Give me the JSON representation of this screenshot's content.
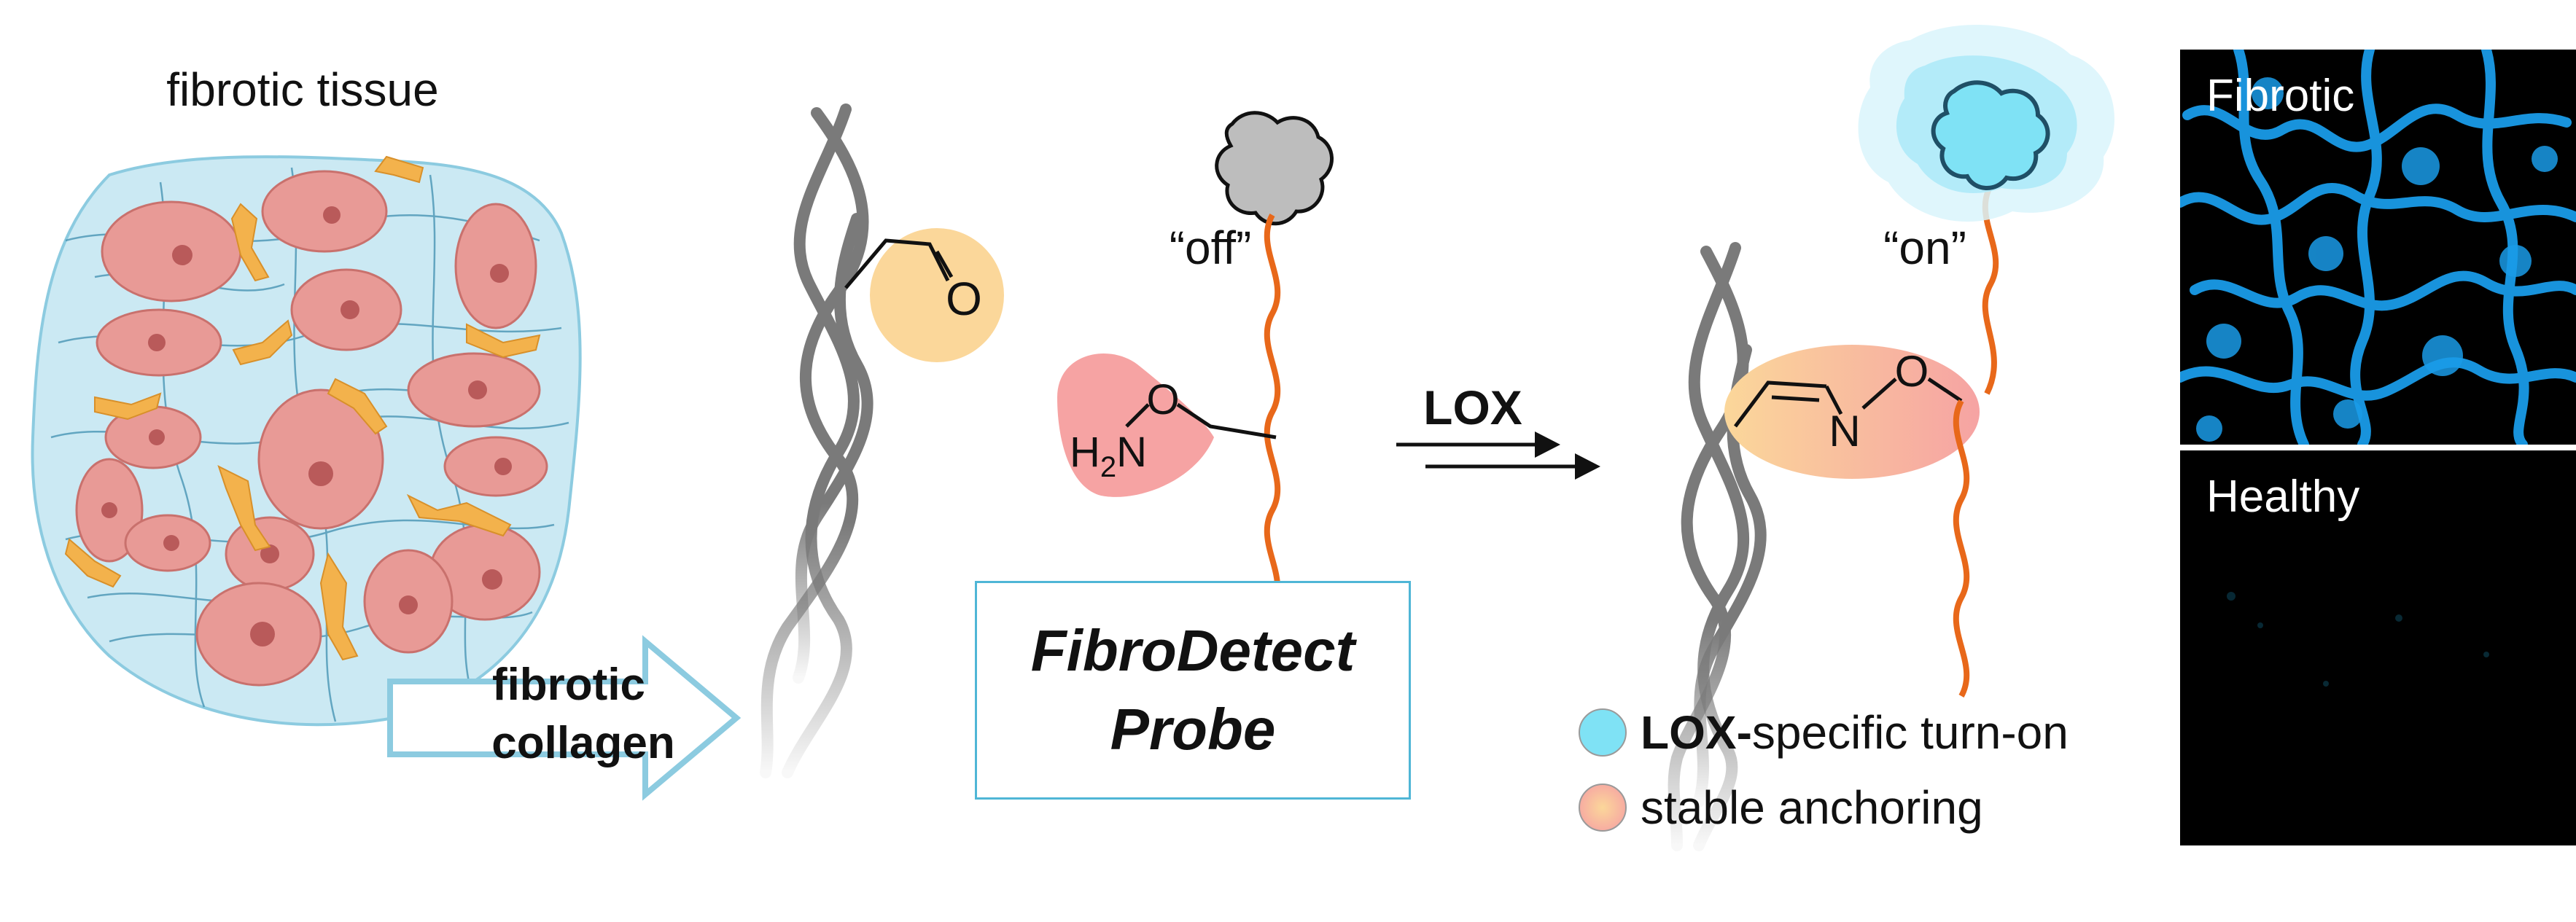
{
  "tissue": {
    "title": "fibrotic tissue",
    "arrow_label_line1": "fibrotic",
    "arrow_label_line2": "collagen"
  },
  "aldehyde": {
    "atom_o": "O"
  },
  "probe": {
    "state_off": "“off”",
    "amine_h": "H",
    "amine_sub": "2",
    "amine_n": "N",
    "amine_o": "O",
    "name_line1": "FibroDetect",
    "name_line2": "Probe"
  },
  "reaction": {
    "enzyme": "LOX"
  },
  "product": {
    "state_on": "“on”",
    "atom_n": "N",
    "atom_o": "O"
  },
  "legend": {
    "item1_bold": "LOX-",
    "item1_rest": "specific turn-on",
    "item2": "stable anchoring"
  },
  "panels": {
    "top_label": "Fibrotic",
    "bottom_label": "Healthy"
  },
  "colors": {
    "collagen_gray": "#7a7a7a",
    "linker_orange": "#e8681a",
    "fluor_on": "#7fe2f5",
    "aldehyde_bg": "#fbd79a",
    "amine_bg": "#f6a3a3",
    "cell": "#e89a96",
    "tissue_bg": "#cbe9f3",
    "fluor_signal": "#1a9be8",
    "box_border": "#4fb6d6"
  },
  "icons": [
    "quencher-blob-icon",
    "fluorophore-blob-icon",
    "reaction-arrow-icon",
    "hollow-arrow-icon"
  ]
}
